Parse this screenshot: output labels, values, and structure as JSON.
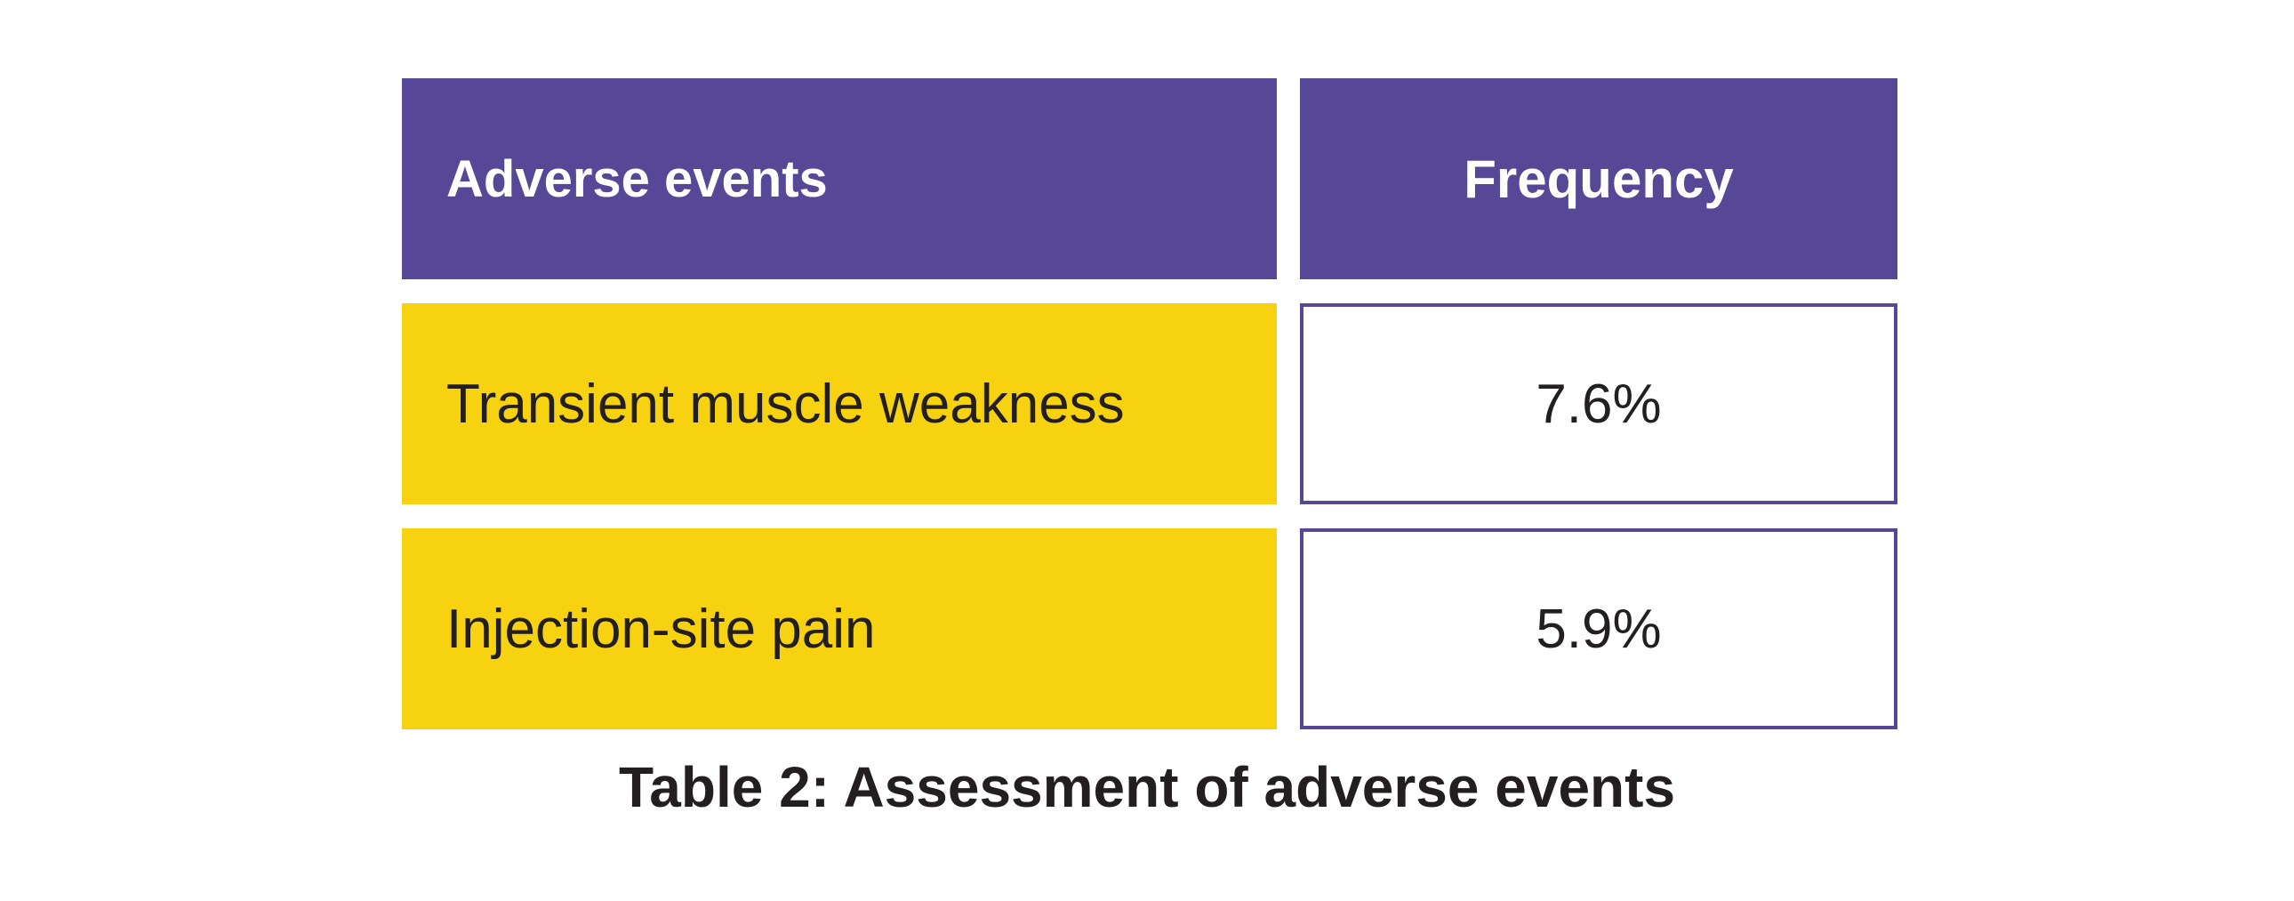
{
  "table": {
    "headers": {
      "event": "Adverse events",
      "frequency": "Frequency"
    },
    "rows": [
      {
        "event": "Transient muscle weakness",
        "frequency": "7.6%"
      },
      {
        "event": "Injection-site pain",
        "frequency": "5.9%"
      }
    ]
  },
  "caption": "Table 2: Assessment of adverse events",
  "colors": {
    "header_bg": "#564896",
    "event_bg": "#f6d211",
    "border": "#564896",
    "text": "#231f20"
  }
}
